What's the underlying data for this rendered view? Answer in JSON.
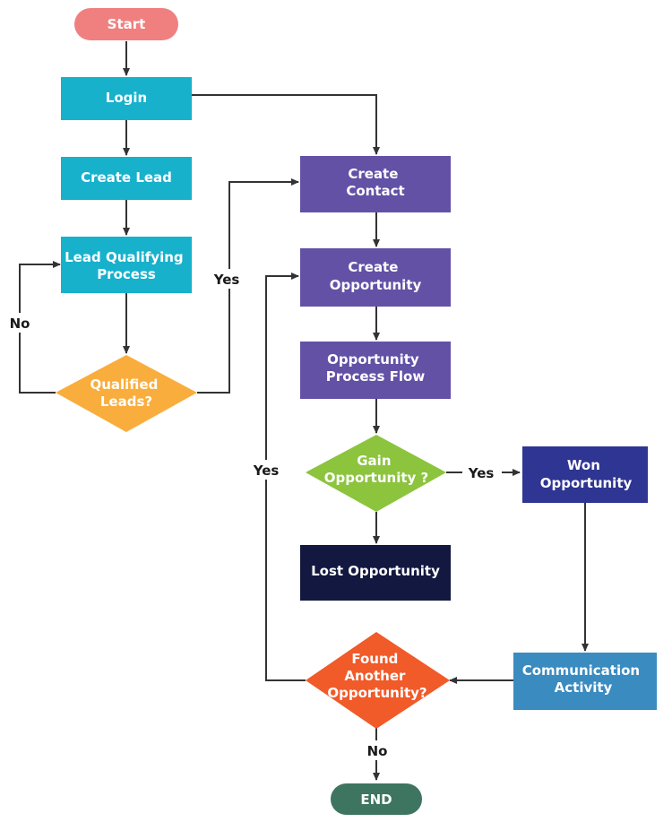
{
  "nodes": {
    "start": {
      "shape": "terminator",
      "lines": [
        "Start"
      ],
      "color": "#f08080"
    },
    "login": {
      "shape": "process",
      "lines": [
        "Login"
      ],
      "color": "#17b1cc"
    },
    "create_lead": {
      "shape": "process",
      "lines": [
        "Create Lead"
      ],
      "color": "#17b1cc"
    },
    "lead_qualifying": {
      "shape": "process",
      "lines": [
        "Lead Qualifying",
        "Process"
      ],
      "color": "#17b1cc"
    },
    "qualified_leads": {
      "shape": "decision",
      "lines": [
        "Qualified",
        "Leads?"
      ],
      "color": "#f9ad3d"
    },
    "create_contact": {
      "shape": "process",
      "lines": [
        "Create",
        "Contact"
      ],
      "color": "#6351a6"
    },
    "create_opportunity": {
      "shape": "process",
      "lines": [
        "Create",
        "Opportunity"
      ],
      "color": "#6351a6"
    },
    "opportunity_process": {
      "shape": "process",
      "lines": [
        "Opportunity",
        "Process Flow"
      ],
      "color": "#6351a6"
    },
    "gain_opportunity": {
      "shape": "decision",
      "lines": [
        "Gain",
        "Opportunity ?"
      ],
      "color": "#8cc43e"
    },
    "won_opportunity": {
      "shape": "process",
      "lines": [
        "Won",
        "Opportunity"
      ],
      "color": "#2f3592"
    },
    "lost_opportunity": {
      "shape": "process",
      "lines": [
        "Lost Opportunity"
      ],
      "color": "#121840"
    },
    "communication_activity": {
      "shape": "process",
      "lines": [
        "Communication",
        "Activity"
      ],
      "color": "#3a8bc0"
    },
    "found_another": {
      "shape": "decision",
      "lines": [
        "Found",
        "Another",
        "Opportunity?"
      ],
      "color": "#f15a29"
    },
    "end": {
      "shape": "terminator",
      "lines": [
        "END"
      ],
      "color": "#3e7560"
    }
  },
  "edge_labels": {
    "no_requalify": "No",
    "yes_qualified": "Yes",
    "yes_gain": "Yes",
    "yes_found": "Yes",
    "no_found": "No"
  }
}
